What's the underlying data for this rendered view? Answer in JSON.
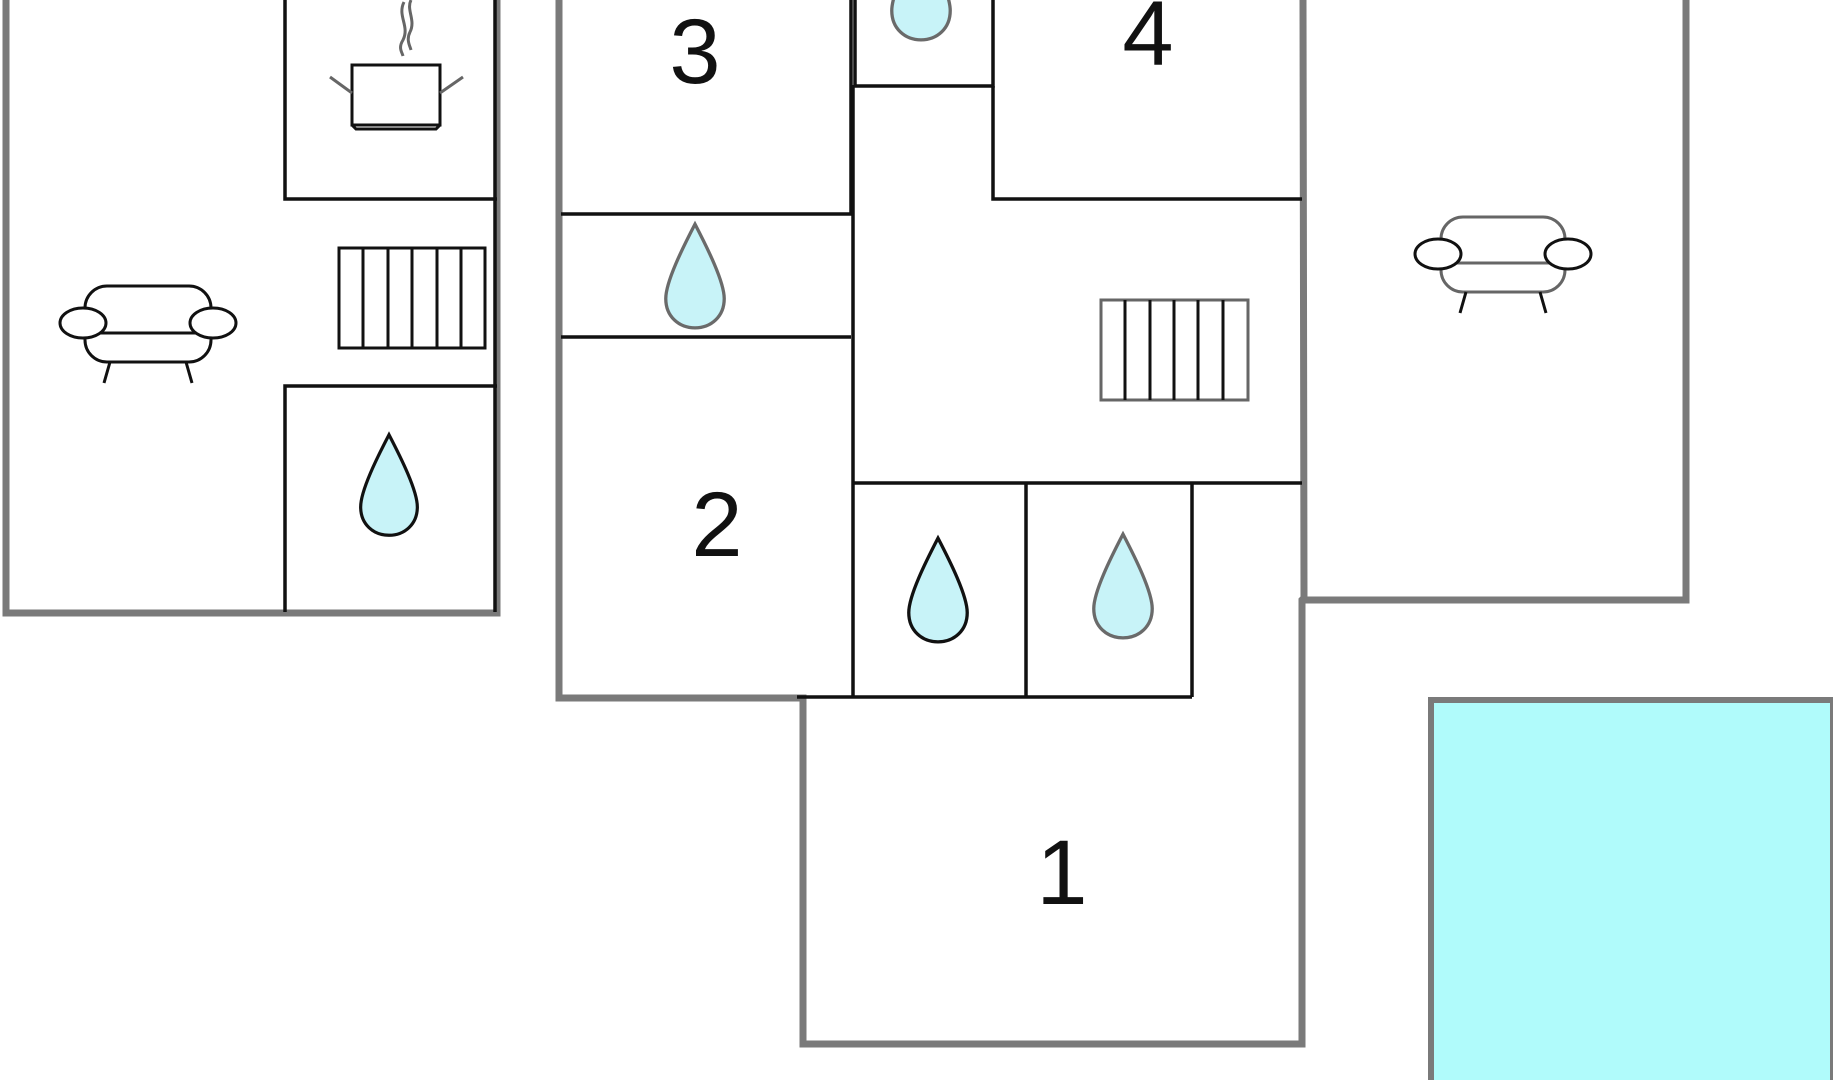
{
  "floorplan": {
    "rooms": [
      {
        "id": "bedroom-1",
        "label": "1"
      },
      {
        "id": "bedroom-2",
        "label": "2"
      },
      {
        "id": "bedroom-3",
        "label": "3"
      },
      {
        "id": "bedroom-4",
        "label": "4"
      }
    ],
    "icons": {
      "bathroom": "water-drop-icon",
      "kitchen": "cooking-pot-icon",
      "stairs": "staircase-icon",
      "living_room": "sofa-icon"
    },
    "colors": {
      "water_drop": "#c8f3f8",
      "pool": "#b0fbfb",
      "outer_wall": "#7a7a7a",
      "inner_wall": "#111111"
    }
  }
}
